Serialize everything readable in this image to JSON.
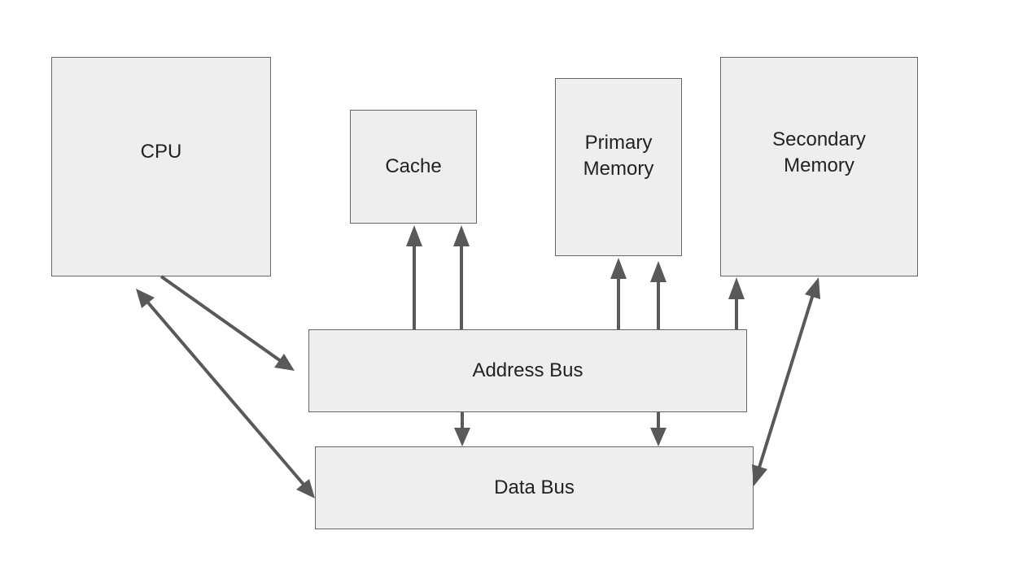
{
  "diagram": {
    "nodes": {
      "cpu": "CPU",
      "cache": "Cache",
      "primary_memory": "Primary\nMemory",
      "secondary_memory": "Secondary\nMemory",
      "address_bus": "Address Bus",
      "data_bus": "Data Bus"
    },
    "edges": [
      {
        "from": "CPU",
        "to": "Address Bus",
        "direction": "one-way"
      },
      {
        "from": "CPU",
        "to": "Data Bus",
        "direction": "two-way"
      },
      {
        "from": "Address Bus",
        "to": "Cache",
        "direction": "one-way",
        "count": 2
      },
      {
        "from": "Address Bus",
        "to": "Primary Memory",
        "direction": "one-way",
        "count": 2
      },
      {
        "from": "Address Bus",
        "to": "Secondary Memory",
        "direction": "one-way"
      },
      {
        "from": "Address Bus",
        "to": "Data Bus",
        "direction": "one-way",
        "count": 2
      },
      {
        "from": "Secondary Memory",
        "to": "Data Bus",
        "direction": "two-way"
      }
    ],
    "colors": {
      "box_fill": "#eeeeee",
      "box_border": "#666666",
      "arrow": "#595959",
      "text": "#222222"
    }
  }
}
